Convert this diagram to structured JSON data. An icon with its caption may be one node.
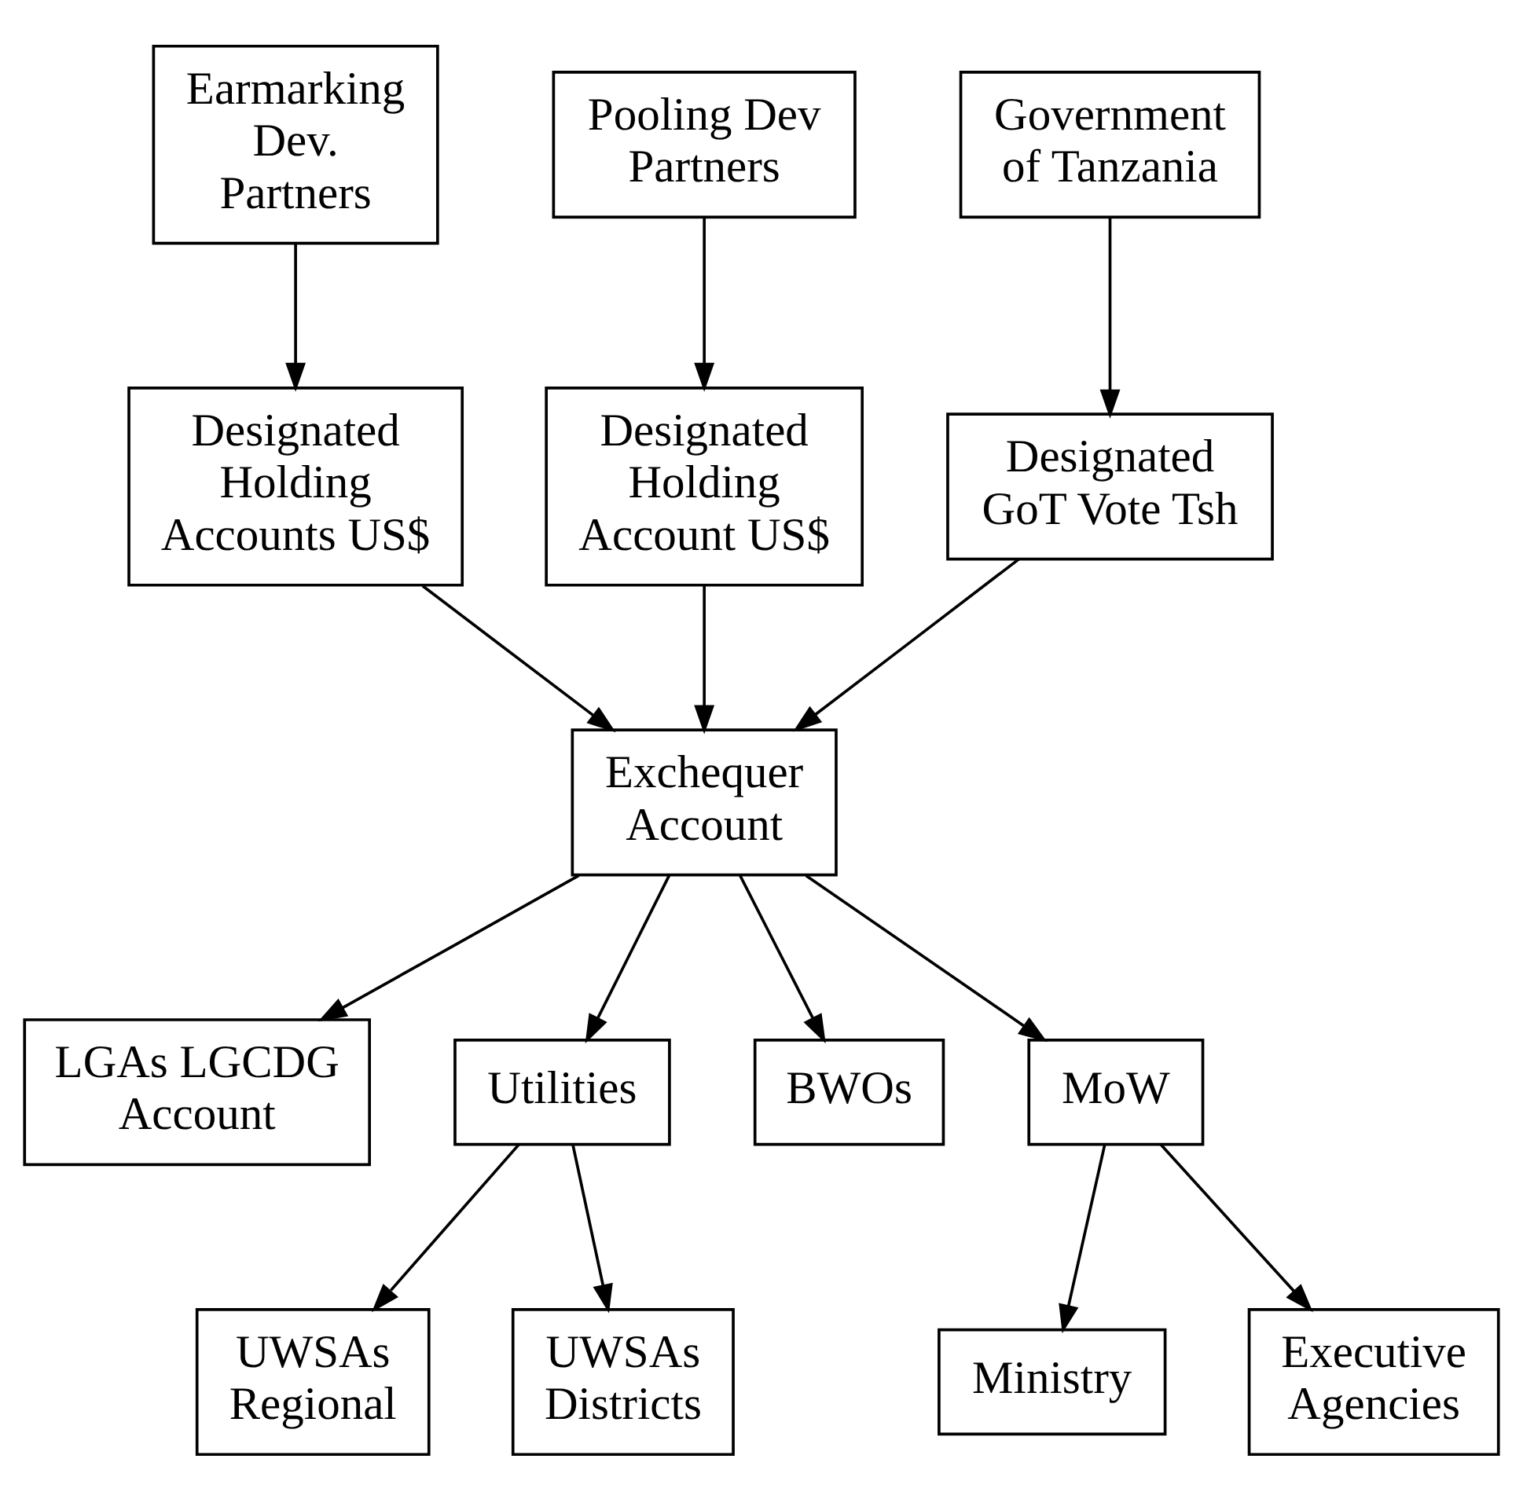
{
  "diagram": {
    "nodes": [
      {
        "text": [
          "Earmarking Dev. Partners"
        ]
      },
      {
        "text": [
          "Pooling Dev Partners"
        ]
      },
      {
        "text": [
          "Government of Tanzania"
        ]
      },
      {
        "text": [
          "Designated Holding Accounts US$"
        ]
      },
      {
        "text": [
          "Designated Holding Account US$"
        ]
      },
      {
        "text": [
          "Designated GoT Vote Tsh"
        ]
      },
      {
        "text": [
          "Exchequer Account"
        ]
      },
      {
        "text": [
          "LGAs LGCDG Account"
        ]
      },
      {
        "text": [
          "Utilities"
        ]
      },
      {
        "text": [
          "BWOs"
        ]
      },
      {
        "text": [
          "MoW"
        ]
      },
      {
        "text": [
          "UWSAs Regional"
        ]
      },
      {
        "text": [
          "UWSAs Districts"
        ]
      },
      {
        "text": [
          "Ministry"
        ]
      },
      {
        "text": [
          "Executive Agencies"
        ]
      }
    ],
    "edges": [
      {
        "from": 0,
        "to": 3,
        "arrow": "to"
      },
      {
        "from": 1,
        "to": 4,
        "arrow": "to"
      },
      {
        "from": 2,
        "to": 5,
        "arrow": "to"
      },
      {
        "from": 3,
        "to": 6,
        "arrow": "to"
      },
      {
        "from": 4,
        "to": 6,
        "arrow": "to"
      },
      {
        "from": 5,
        "to": 6,
        "arrow": "to"
      },
      {
        "from": 6,
        "to": 7,
        "arrow": "to"
      },
      {
        "from": 6,
        "to": 8,
        "arrow": "to"
      },
      {
        "from": 6,
        "to": 9,
        "arrow": "to"
      },
      {
        "from": 6,
        "to": 10,
        "arrow": "to"
      },
      {
        "from": 8,
        "to": 11,
        "arrow": "to"
      },
      {
        "from": 8,
        "to": 12,
        "arrow": "to"
      },
      {
        "from": 10,
        "to": 13,
        "arrow": "to"
      },
      {
        "from": 10,
        "to": 14,
        "arrow": "to"
      }
    ]
  }
}
